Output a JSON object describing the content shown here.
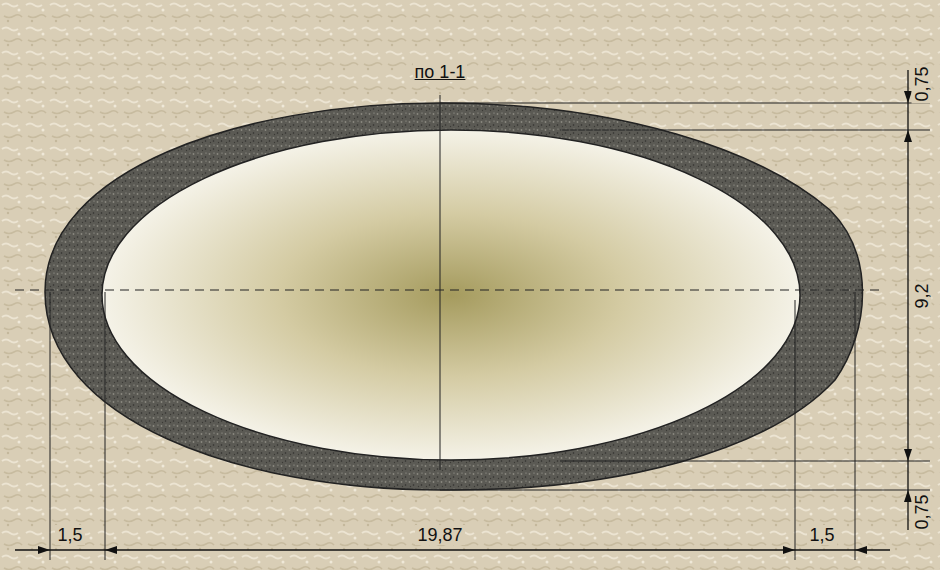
{
  "diagram": {
    "title": "по 1-1",
    "labels": [
      "0,75",
      "9,2",
      "1,5",
      "19,87",
      "1,5",
      "0,75"
    ]
  }
}
